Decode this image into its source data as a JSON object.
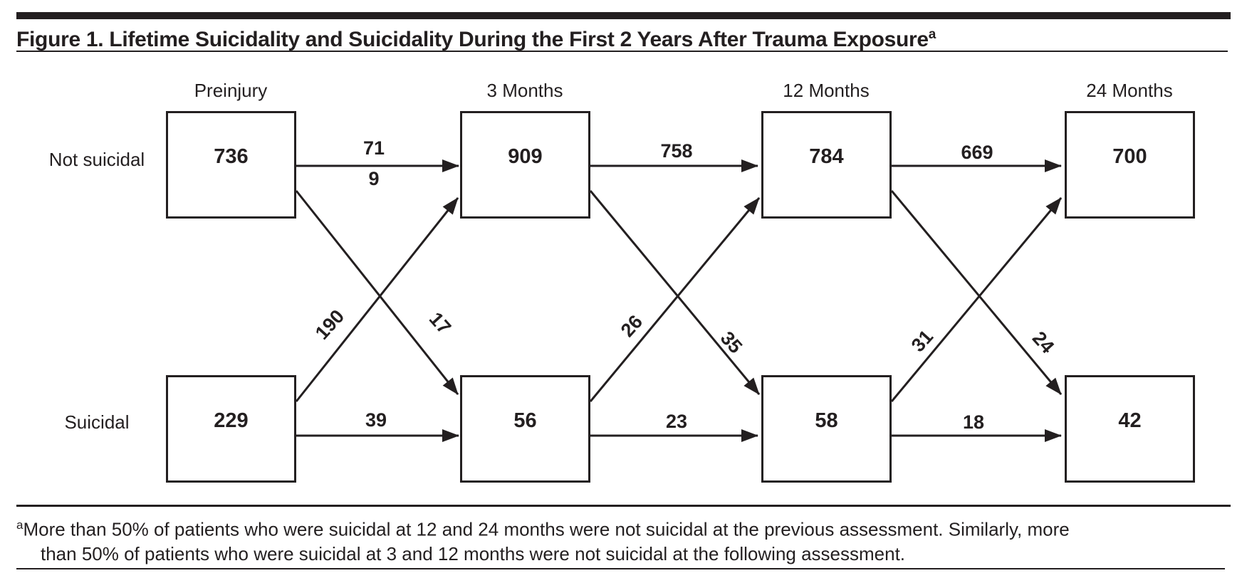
{
  "figure": {
    "title": "Figure 1. Lifetime Suicidality and Suicidality During the First 2 Years After Trauma Exposure",
    "title_superscript": "a",
    "footnote_marker": "a",
    "footnote_line1": "More than 50% of patients who were suicidal at 12 and 24 months were not suicidal at the previous assessment. Similarly, more",
    "footnote_line2": "than 50% of patients who were suicidal at 3 and 12 months were not suicidal at the following assessment."
  },
  "colors": {
    "ink": "#231f20",
    "background": "#ffffff"
  },
  "diagram": {
    "timepoints": [
      "Preinjury",
      "3 Months",
      "12 Months",
      "24 Months"
    ],
    "row_labels": [
      "Not suicidal",
      "Suicidal"
    ],
    "boxes": {
      "not_suicidal": {
        "preinjury": "736",
        "m3": "909",
        "m12": "784",
        "m24": "700"
      },
      "suicidal": {
        "preinjury": "229",
        "m3": "56",
        "m12": "58",
        "m24": "42"
      }
    },
    "arrow_labels": {
      "preinjury_to_3mo": {
        "stay_top_line1": "71",
        "stay_top_line2": "9",
        "stay_bottom": "39",
        "up_diagonal": "190",
        "down_diagonal": "17"
      },
      "m3_to_12mo": {
        "stay_top": "758",
        "stay_bottom": "23",
        "up_diagonal": "26",
        "down_diagonal": "35"
      },
      "m12_to_24mo": {
        "stay_top": "669",
        "stay_bottom": "18",
        "up_diagonal": "31",
        "down_diagonal": "24"
      }
    }
  }
}
